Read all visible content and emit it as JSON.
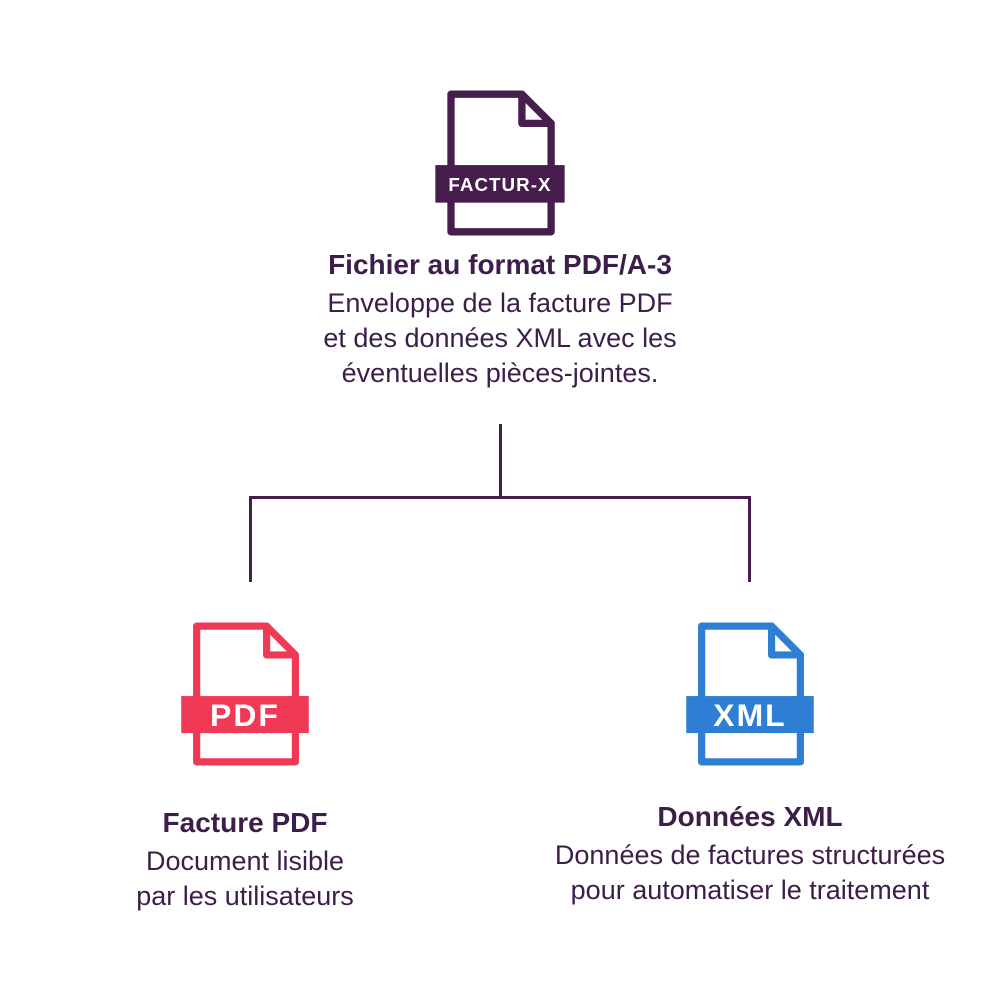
{
  "colors": {
    "purple": "#461D4C",
    "red": "#F03A55",
    "blue": "#2E7FD4",
    "text": "#3D1D49",
    "band_text": "#FFFFFF",
    "background": "#FFFFFF"
  },
  "nodes": {
    "facturx": {
      "badge": "FACTUR-X",
      "title": "Fichier au format PDF/A-3",
      "description_lines": [
        "Enveloppe de la facture PDF",
        "et des données XML avec les",
        "éventuelles pièces-jointes."
      ]
    },
    "pdf": {
      "badge": "PDF",
      "title": "Facture PDF",
      "description_lines": [
        "Document lisible",
        "par les utilisateurs"
      ]
    },
    "xml": {
      "badge": "XML",
      "title": "Données XML",
      "description_lines": [
        "Données de factures structurées",
        "pour automatiser le traitement"
      ]
    }
  }
}
